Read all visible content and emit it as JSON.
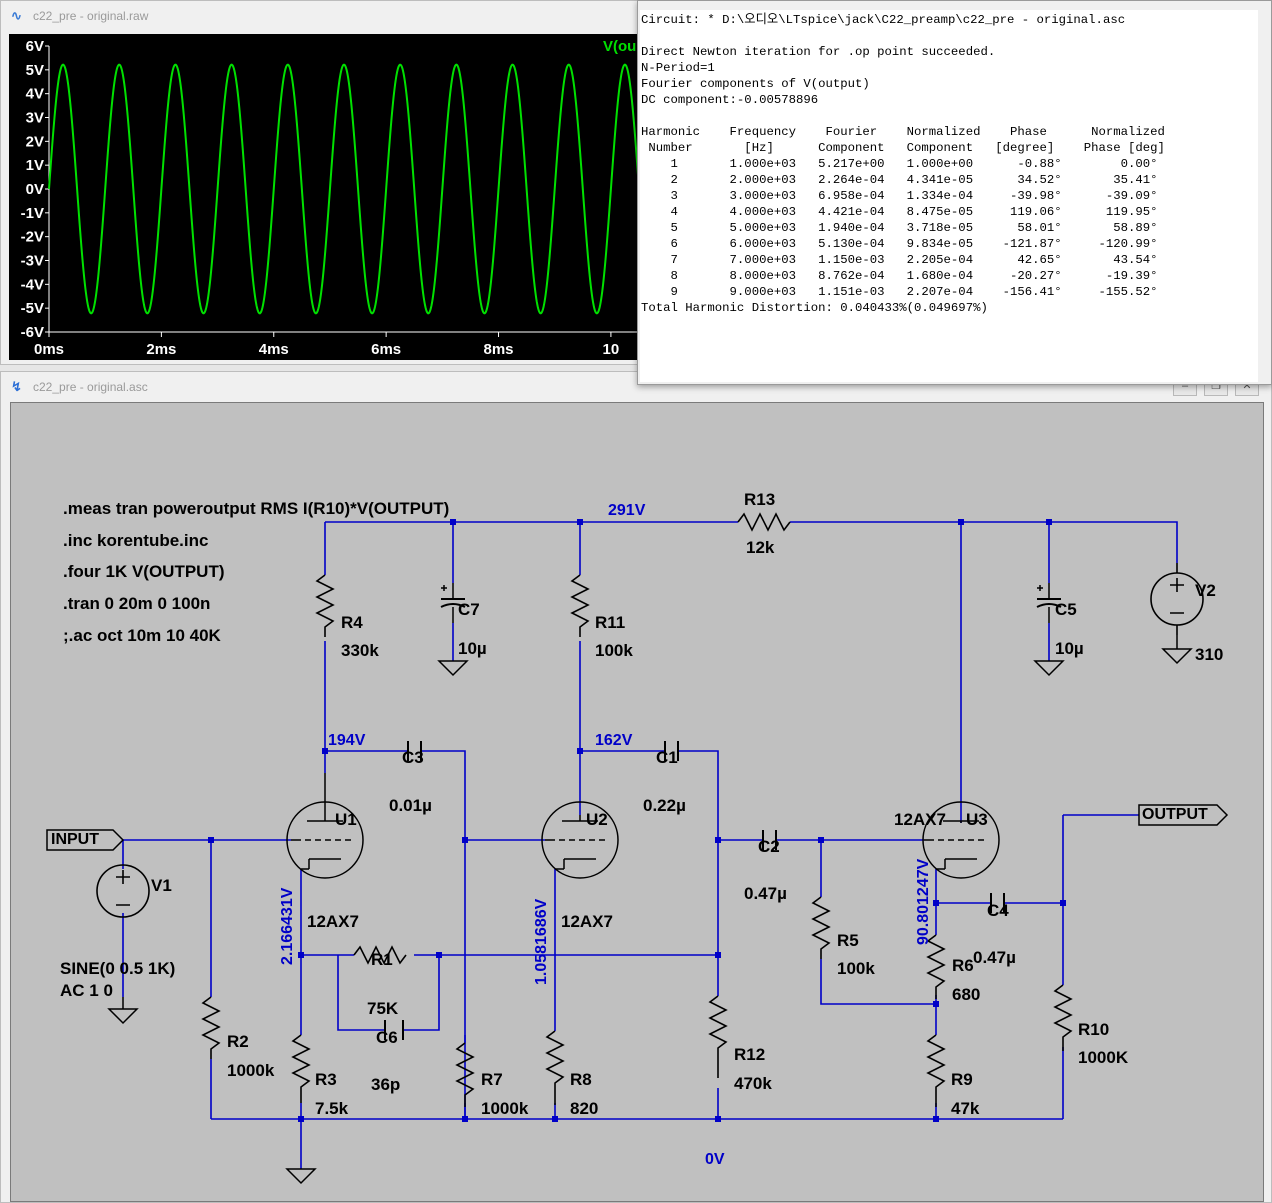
{
  "plot_window": {
    "title": "c22_pre - original.raw",
    "trace_label": "V(ou",
    "trace_color": "#00e000",
    "y_ticks": [
      "6V",
      "5V",
      "4V",
      "3V",
      "2V",
      "1V",
      "0V",
      "-1V",
      "-2V",
      "-3V",
      "-4V",
      "-5V",
      "-6V"
    ],
    "x_ticks": [
      "0ms",
      "2ms",
      "4ms",
      "6ms",
      "8ms",
      "10"
    ]
  },
  "chart_data": {
    "type": "line",
    "series": [
      {
        "name": "V(ou",
        "frequency_hz": 1000,
        "amplitude_v": 5.217,
        "dc_v": 0
      }
    ],
    "xlabel": "",
    "ylabel": "",
    "xlim_ms": [
      0,
      10.5
    ],
    "ylim_v": [
      -6,
      6
    ],
    "grid": false
  },
  "log_window": {
    "lines": [
      "Circuit: * D:\\오디오\\LTspice\\jack\\C22_preamp\\c22_pre - original.asc",
      "",
      "Direct Newton iteration for .op point succeeded.",
      "N-Period=1",
      "Fourier components of V(output)",
      "DC component:-0.00578896",
      "",
      "Harmonic    Frequency    Fourier    Normalized    Phase      Normalized",
      " Number       [Hz]      Component   Component   [degree]    Phase [deg]",
      "    1       1.000e+03   5.217e+00   1.000e+00      -0.88°        0.00°",
      "    2       2.000e+03   2.264e-04   4.341e-05      34.52°       35.41°",
      "    3       3.000e+03   6.958e-04   1.334e-04     -39.98°      -39.09°",
      "    4       4.000e+03   4.421e-04   8.475e-05     119.06°      119.95°",
      "    5       5.000e+03   1.940e-04   3.718e-05      58.01°       58.89°",
      "    6       6.000e+03   5.130e-04   9.834e-05    -121.87°     -120.99°",
      "    7       7.000e+03   1.150e-03   2.205e-04      42.65°       43.54°",
      "    8       8.000e+03   8.762e-04   1.680e-04     -20.27°      -19.39°",
      "    9       9.000e+03   1.151e-03   2.207e-04    -156.41°     -155.52°",
      "Total Harmonic Distortion: 0.040433%(0.049697%)"
    ]
  },
  "schematic_window": {
    "title": "c22_pre - original.asc",
    "directives": [
      ".meas tran poweroutput RMS I(R10)*V(OUTPUT)",
      ".inc korentube.inc",
      ".four 1K V(OUTPUT)",
      ".tran 0 20m 0 100n",
      ";.ac oct 10m 10 40K"
    ],
    "components": {
      "R13": {
        "name": "R13",
        "value": "12k"
      },
      "R4": {
        "name": "R4",
        "value": "330k"
      },
      "C7": {
        "name": "C7",
        "value": "10µ"
      },
      "R11": {
        "name": "R11",
        "value": "100k"
      },
      "C5": {
        "name": "C5",
        "value": "10µ"
      },
      "V2": {
        "name": "V2",
        "value": "310"
      },
      "C3": {
        "name": "C3",
        "value": "0.01µ"
      },
      "C1": {
        "name": "C1",
        "value": "0.22µ"
      },
      "U1": {
        "name": "U1",
        "value": "12AX7"
      },
      "U2": {
        "name": "U2",
        "value": "12AX7"
      },
      "U3": {
        "name": "U3",
        "value": "12AX7"
      },
      "C2": {
        "name": "C2",
        "value": "0.47µ"
      },
      "V1": {
        "name": "V1",
        "value1": "SINE(0 0.5 1K)",
        "value2": "AC 1 0"
      },
      "C4": {
        "name": "C4",
        "value": "0.47µ"
      },
      "R1": {
        "name": "R1",
        "value": "75K"
      },
      "R5": {
        "name": "R5",
        "value": "100k"
      },
      "R6": {
        "name": "R6",
        "value": "680"
      },
      "C6": {
        "name": "C6",
        "value": "36p"
      },
      "R2": {
        "name": "R2",
        "value": "1000k"
      },
      "R3": {
        "name": "R3",
        "value": "7.5k"
      },
      "R7": {
        "name": "R7",
        "value": "1000k"
      },
      "R8": {
        "name": "R8",
        "value": "820"
      },
      "R12": {
        "name": "R12",
        "value": "470k"
      },
      "R9": {
        "name": "R9",
        "value": "47k"
      },
      "R10": {
        "name": "R10",
        "value": "1000K"
      }
    },
    "node_voltages": {
      "supply": "291V",
      "u1_plate": "194V",
      "u2_plate": "162V",
      "u1_cathode": "2.166431V",
      "u2_cathode": "1.0581686V",
      "u3_cathode": "90.801247V",
      "ground": "0V"
    },
    "ports": {
      "input": "INPUT",
      "output": "OUTPUT"
    },
    "colors": {
      "wire": "#0000c8",
      "component": "#000000",
      "background": "#c0c0c0"
    }
  }
}
